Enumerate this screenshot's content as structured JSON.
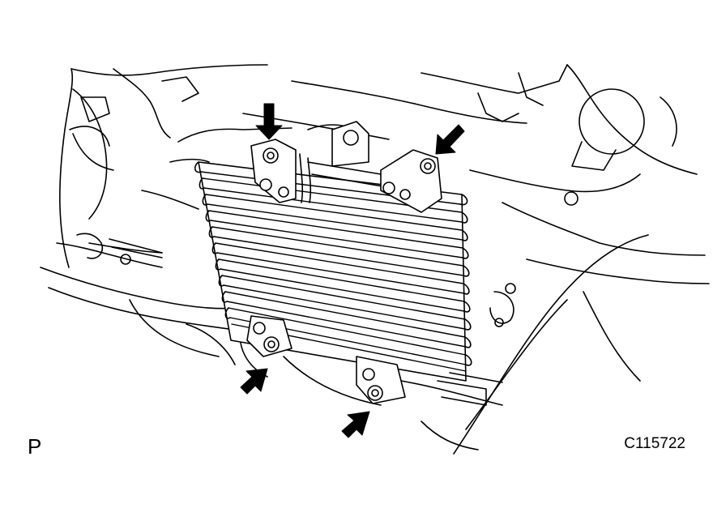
{
  "figure": {
    "view_code": "P",
    "figure_id": "C115722"
  },
  "callouts": [
    {
      "icon": "arrow-icon",
      "points_to": "upper-left-bolt"
    },
    {
      "icon": "arrow-icon",
      "points_to": "upper-right-bolt"
    },
    {
      "icon": "arrow-icon",
      "points_to": "lower-left-bolt"
    },
    {
      "icon": "arrow-icon",
      "points_to": "lower-right-bolt"
    }
  ],
  "colors": {
    "line": "#000000",
    "background": "#ffffff"
  }
}
